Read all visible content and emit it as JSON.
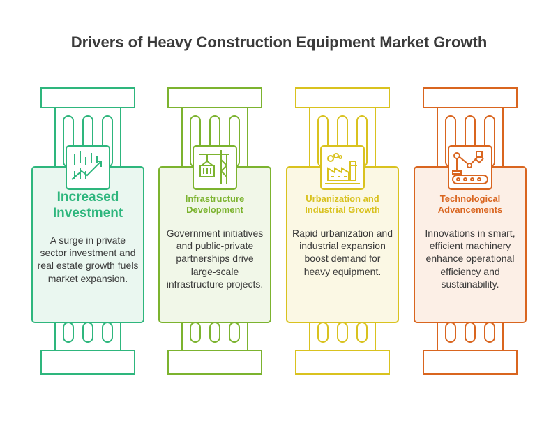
{
  "title": "Drivers of Heavy Construction Equipment Market Growth",
  "pillars": [
    {
      "heading": "Increased Investment",
      "description": "A surge in private sector investment and real estate growth fuels market expansion.",
      "color": "#2eb67d",
      "fill": "#eaf7f0",
      "icon": "growth-chart-icon"
    },
    {
      "heading": "Infrastructure Development",
      "description": "Government initiatives and public-private partnerships drive large-scale infrastructure projects.",
      "color": "#7cb32f",
      "fill": "#f1f7e8",
      "icon": "crane-container-icon"
    },
    {
      "heading": "Urbanization and Industrial Growth",
      "description": "Rapid urbanization and industrial expansion boost demand for heavy equipment.",
      "color": "#d9c21f",
      "fill": "#fbf8e4",
      "icon": "factory-icon"
    },
    {
      "heading": "Technological Advancements",
      "description": "Innovations in smart, efficient machinery enhance operational efficiency and sustainability.",
      "color": "#d9651f",
      "fill": "#fcefe6",
      "icon": "robot-arm-conveyor-icon"
    }
  ]
}
